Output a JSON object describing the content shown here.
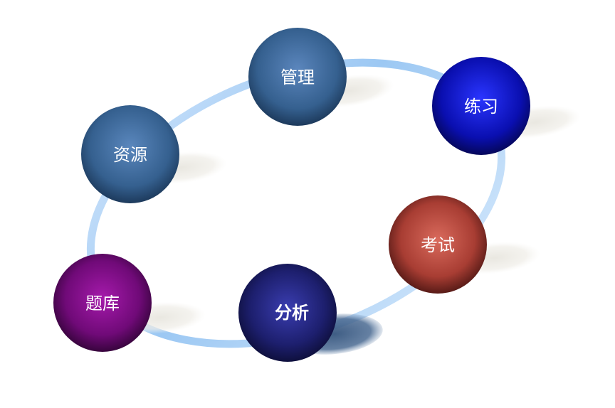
{
  "diagram": {
    "type": "cycle",
    "nodes": [
      {
        "id": "guanli",
        "label": "管理",
        "color": "#3f6aa0"
      },
      {
        "id": "lianxi",
        "label": "练习",
        "color": "#0a0fb0"
      },
      {
        "id": "kaoshi",
        "label": "考试",
        "color": "#b0453a"
      },
      {
        "id": "fenxi",
        "label": "分析",
        "color": "#1e2070"
      },
      {
        "id": "tiku",
        "label": "题库",
        "color": "#7a0b80"
      },
      {
        "id": "ziyuan",
        "label": "资源",
        "color": "#3a6aa0"
      }
    ],
    "ring_color": "#a8cff5"
  }
}
